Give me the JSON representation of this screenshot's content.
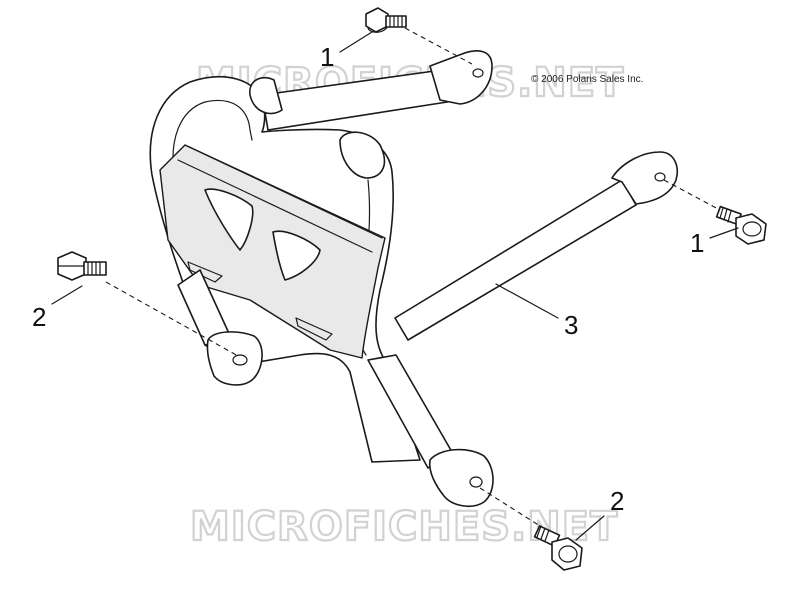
{
  "diagram": {
    "watermark_top": "MICROFICHES.NET",
    "watermark_bottom": "MICROFICHES.NET",
    "copyright": "© 2006 Polaris Sales Inc.",
    "callouts": {
      "bolt_top": "1",
      "bolt_right": "1",
      "bolt_left": "2",
      "bolt_bottom": "2",
      "bumper": "3"
    }
  }
}
